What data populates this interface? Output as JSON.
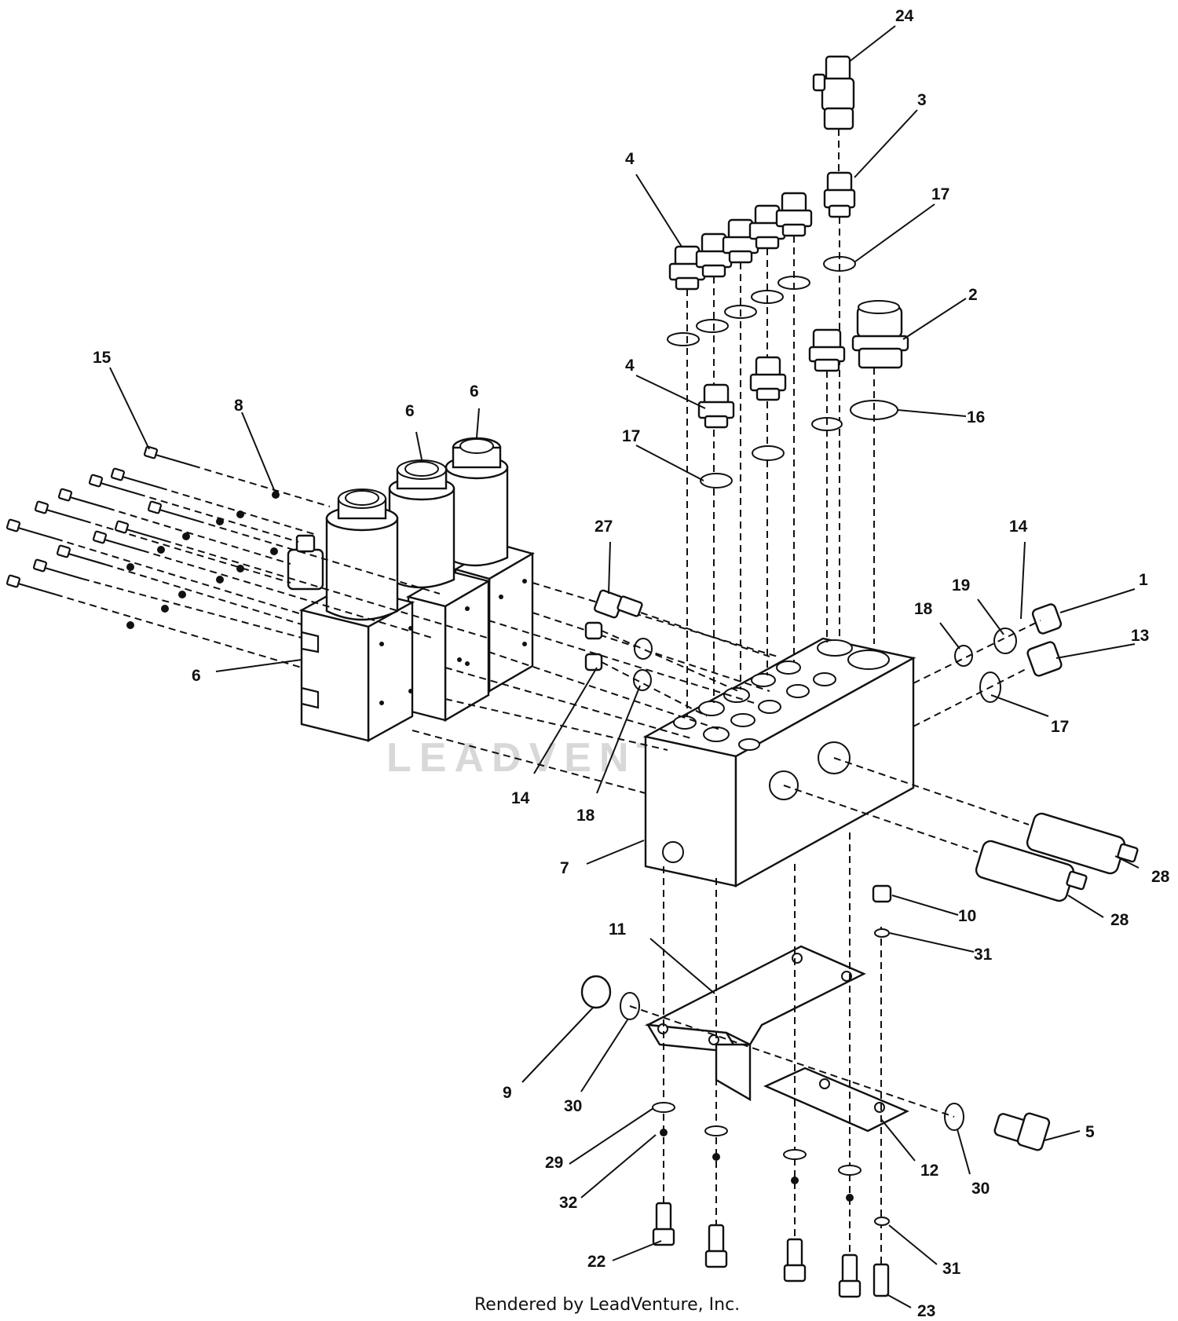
{
  "callouts": [
    {
      "id": "c24",
      "text": "24"
    },
    {
      "id": "c3",
      "text": "3"
    },
    {
      "id": "c17a",
      "text": "17"
    },
    {
      "id": "c4a",
      "text": "4"
    },
    {
      "id": "c2",
      "text": "2"
    },
    {
      "id": "c4b",
      "text": "4"
    },
    {
      "id": "c16",
      "text": "16"
    },
    {
      "id": "c17b",
      "text": "17"
    },
    {
      "id": "c15",
      "text": "15"
    },
    {
      "id": "c8",
      "text": "8"
    },
    {
      "id": "c6a",
      "text": "6"
    },
    {
      "id": "c6b",
      "text": "6"
    },
    {
      "id": "c6c",
      "text": "6"
    },
    {
      "id": "c27",
      "text": "27"
    },
    {
      "id": "c14a",
      "text": "14"
    },
    {
      "id": "c1",
      "text": "1"
    },
    {
      "id": "c19",
      "text": "19"
    },
    {
      "id": "c18a",
      "text": "18"
    },
    {
      "id": "c13",
      "text": "13"
    },
    {
      "id": "c17c",
      "text": "17"
    },
    {
      "id": "c14b",
      "text": "14"
    },
    {
      "id": "c18b",
      "text": "18"
    },
    {
      "id": "c7",
      "text": "7"
    },
    {
      "id": "c28a",
      "text": "28"
    },
    {
      "id": "c28b",
      "text": "28"
    },
    {
      "id": "c10",
      "text": "10"
    },
    {
      "id": "c31a",
      "text": "31"
    },
    {
      "id": "c11",
      "text": "11"
    },
    {
      "id": "c9",
      "text": "9"
    },
    {
      "id": "c30a",
      "text": "30"
    },
    {
      "id": "c5",
      "text": "5"
    },
    {
      "id": "c29",
      "text": "29"
    },
    {
      "id": "c12",
      "text": "12"
    },
    {
      "id": "c30b",
      "text": "30"
    },
    {
      "id": "c32",
      "text": "32"
    },
    {
      "id": "c22",
      "text": "22"
    },
    {
      "id": "c31b",
      "text": "31"
    },
    {
      "id": "c23",
      "text": "23"
    }
  ],
  "watermark": "LEADVENTURE",
  "footer": "Rendered by LeadVenture, Inc."
}
